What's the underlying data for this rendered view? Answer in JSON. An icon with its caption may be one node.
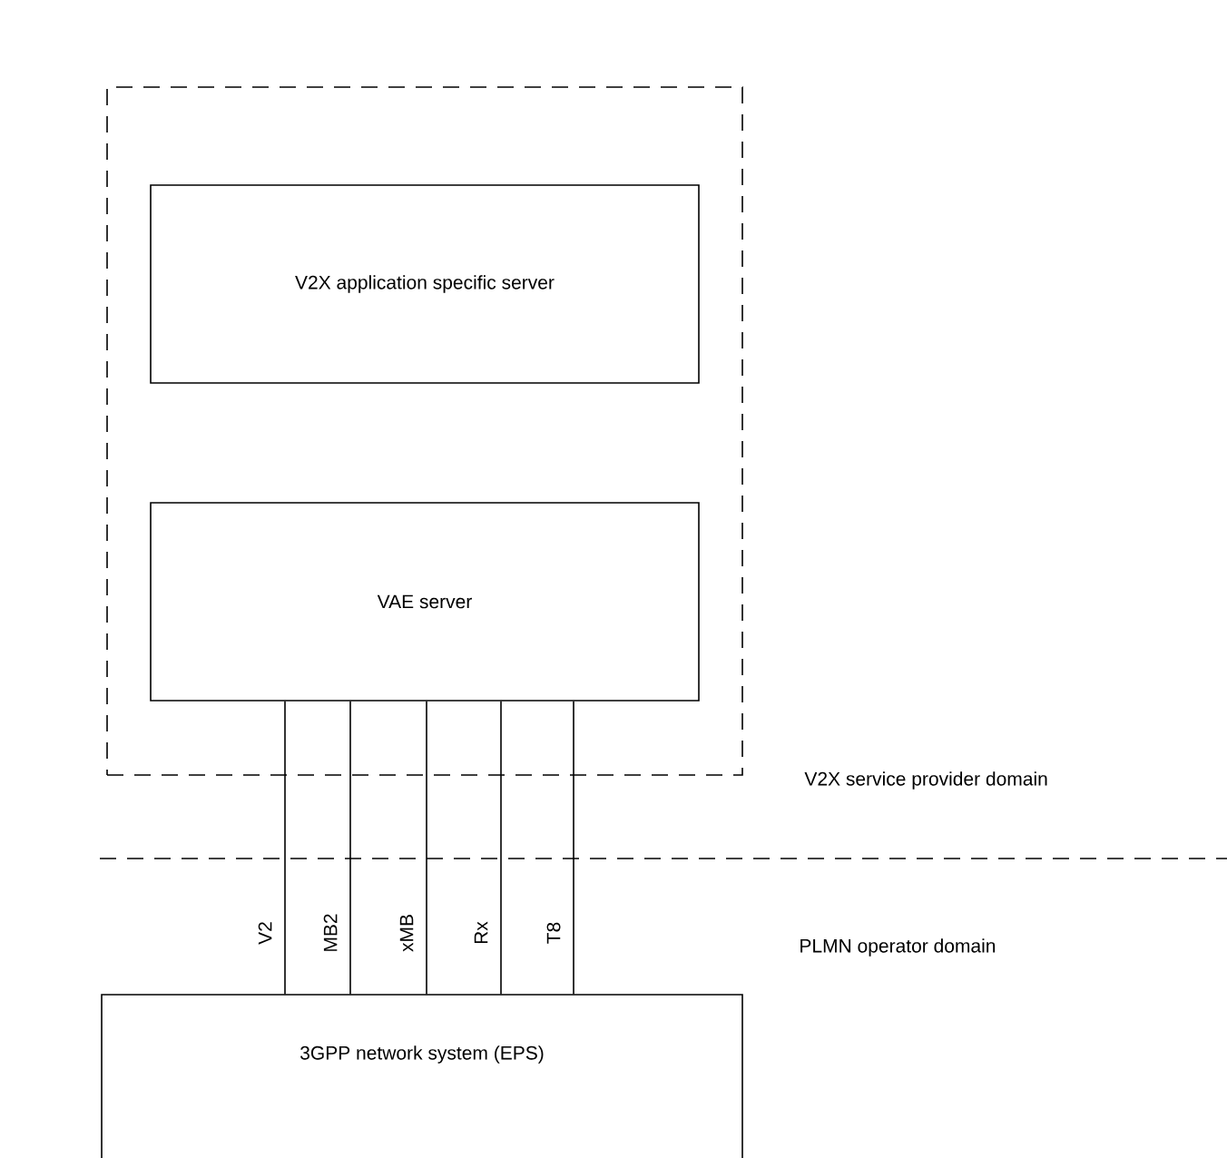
{
  "diagram": {
    "nodes": [
      {
        "text": [],
        "shape": "box"
      },
      {
        "text": [
          "V2X application specific server"
        ],
        "in": 0
      },
      {
        "text": [
          "VAE server"
        ],
        "in": 0
      },
      {
        "text": [
          "3GPP network system (EPS)"
        ]
      }
    ],
    "edges": [
      {
        "from": 2,
        "to": 3,
        "arrow": "none",
        "label": "V2"
      },
      {
        "from": 2,
        "to": 3,
        "arrow": "none",
        "label": "MB2"
      },
      {
        "from": 2,
        "to": 3,
        "arrow": "none",
        "label": "xMB"
      },
      {
        "from": 2,
        "to": 3,
        "arrow": "none",
        "label": "Rx"
      },
      {
        "from": 2,
        "to": 3,
        "arrow": "none",
        "label": "T8"
      }
    ],
    "labels": [
      "V2X service provider domain",
      "PLMN operator domain"
    ]
  }
}
